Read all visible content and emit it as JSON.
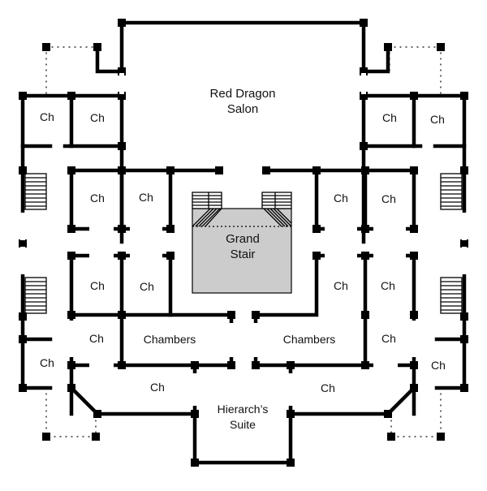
{
  "map": {
    "title": "",
    "rooms": {
      "salon": "Red Dragon Salon",
      "grand_stair": "Grand Stair",
      "chambers_left": "Chambers",
      "chambers_right": "Chambers",
      "hierarch_suite": "Hierarch’s Suite",
      "ch": "Ch"
    },
    "colors": {
      "wall": "#000000",
      "stair_fill": "#cccccc",
      "background": "#ffffff"
    }
  }
}
